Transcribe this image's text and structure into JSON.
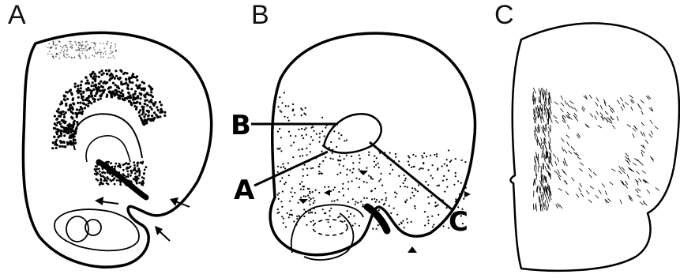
{
  "panels": [
    {
      "id": "A",
      "label": "A"
    },
    {
      "id": "B",
      "label": "B"
    },
    {
      "id": "C",
      "label": "C"
    }
  ],
  "panel_b_callouts": {
    "b": "B",
    "a": "A",
    "c": "C"
  },
  "colors": {
    "ink": "#000000",
    "background": "#ffffff"
  }
}
